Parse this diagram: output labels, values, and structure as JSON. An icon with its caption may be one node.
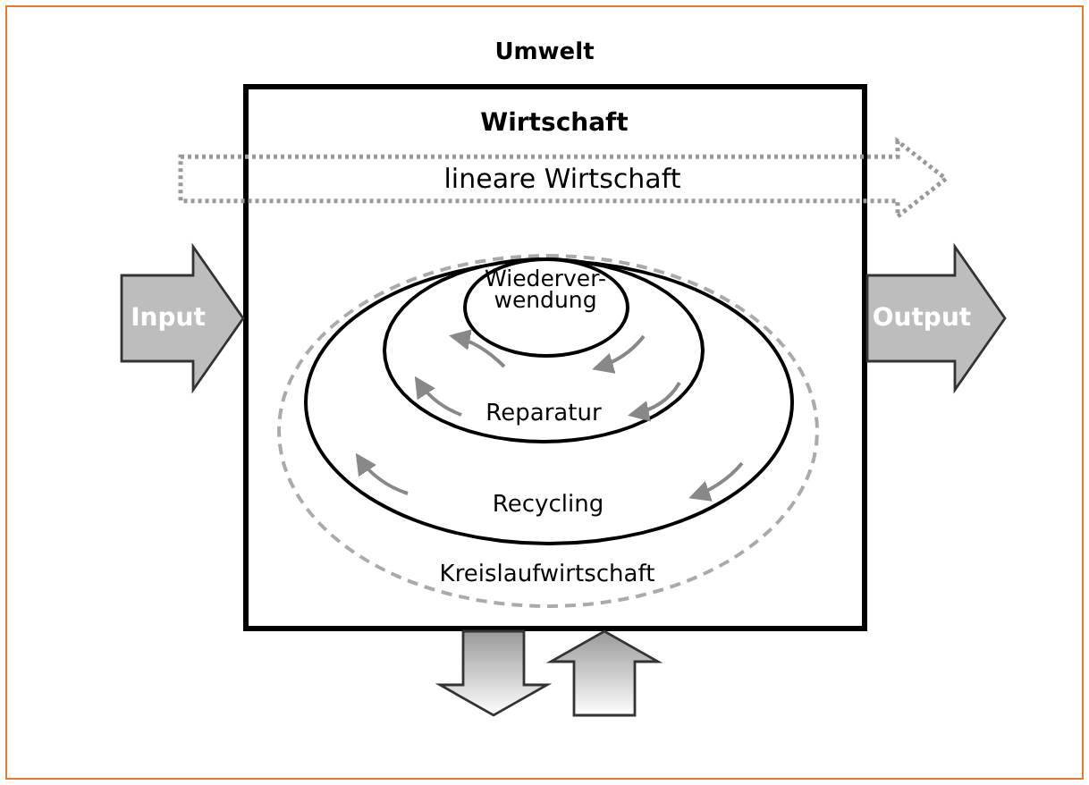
{
  "diagram": {
    "nodes": [
      {
        "text": [
          "Umwelt"
        ]
      },
      {
        "text": [
          "Wirtschaft"
        ],
        "in": 0
      },
      {
        "text": [
          "lineare Wirtschaft"
        ],
        "in": 0
      },
      {
        "text": [
          "Kreislaufwirtschaft"
        ],
        "in": 1
      },
      {
        "text": [
          "Recycling"
        ],
        "in": 3
      },
      {
        "text": [
          "Reparatur"
        ],
        "in": 4
      },
      {
        "text": [
          "Wiederver- wendung"
        ],
        "in": 5
      }
    ],
    "edges": [
      {
        "from": null,
        "to": 1,
        "arrow": "to",
        "label": "Input"
      },
      {
        "from": 1,
        "to": null,
        "arrow": "to",
        "label": "Output"
      },
      {
        "from": 1,
        "to": null,
        "arrow": "to"
      },
      {
        "from": null,
        "to": 1,
        "arrow": "to"
      }
    ]
  }
}
